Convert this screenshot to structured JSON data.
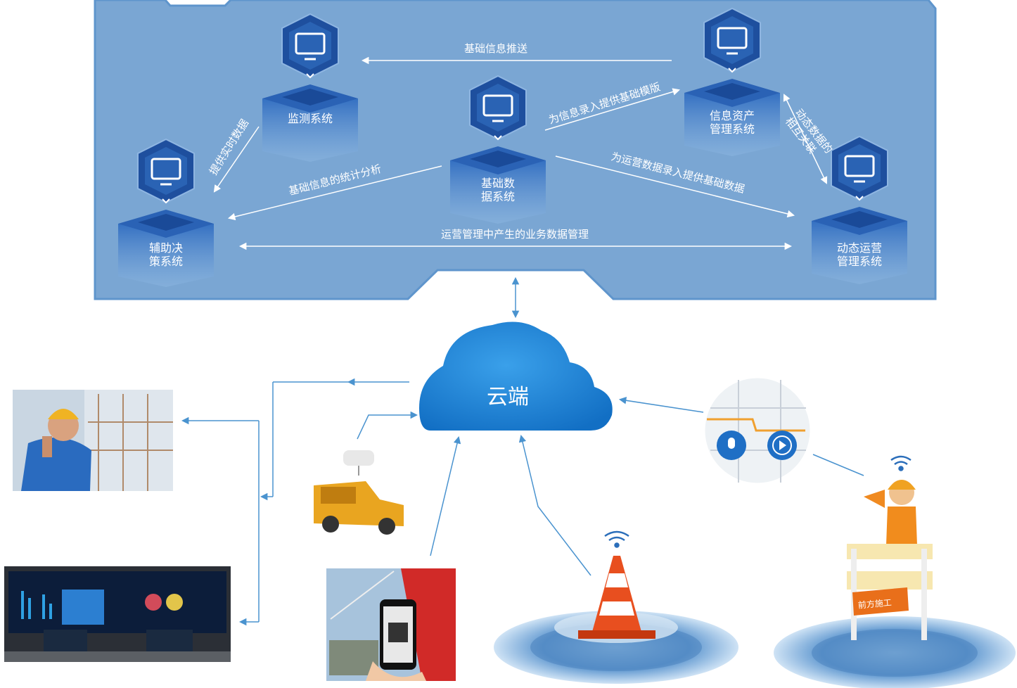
{
  "colors": {
    "panel": "#7aa5d2",
    "panel_border": "#5a8fc6",
    "node_dark": "#1d4f9f",
    "node_mid": "#3a76c4",
    "arrow_light": "#ffffff",
    "arrow_blue": "#4a93cf",
    "cloud": "#1f7fd0"
  },
  "systems": {
    "monitor": [
      "监测系统"
    ],
    "base": [
      "基础数",
      "据系统"
    ],
    "asset": [
      "信息资产",
      "管理系统"
    ],
    "decision": [
      "辅助决",
      "策系统"
    ],
    "dynamic": [
      "动态运营",
      "管理系统"
    ]
  },
  "flows": {
    "base_push": "基础信息推送",
    "asset_template": "为信息录入提供基础模版",
    "realtime": "提供实时数据",
    "stats": "基础信息的统计分析",
    "ops_base": "为运营数据录入提供基础数据",
    "dynamic_link_1": "动态数据的",
    "dynamic_link_2": "相互关联",
    "business": "运营管理中产生的业务数据管理"
  },
  "cloud": {
    "label": "云端"
  },
  "sign": {
    "label": "前方施工"
  },
  "icons": {
    "monitor": "monitor-icon",
    "base": "database-icon",
    "asset": "monitor-icon",
    "decision": "wrench-icon",
    "dynamic": "bar-chart-icon",
    "mic": "microphone-icon",
    "play": "play-icon",
    "wifi": "wifi-icon"
  }
}
